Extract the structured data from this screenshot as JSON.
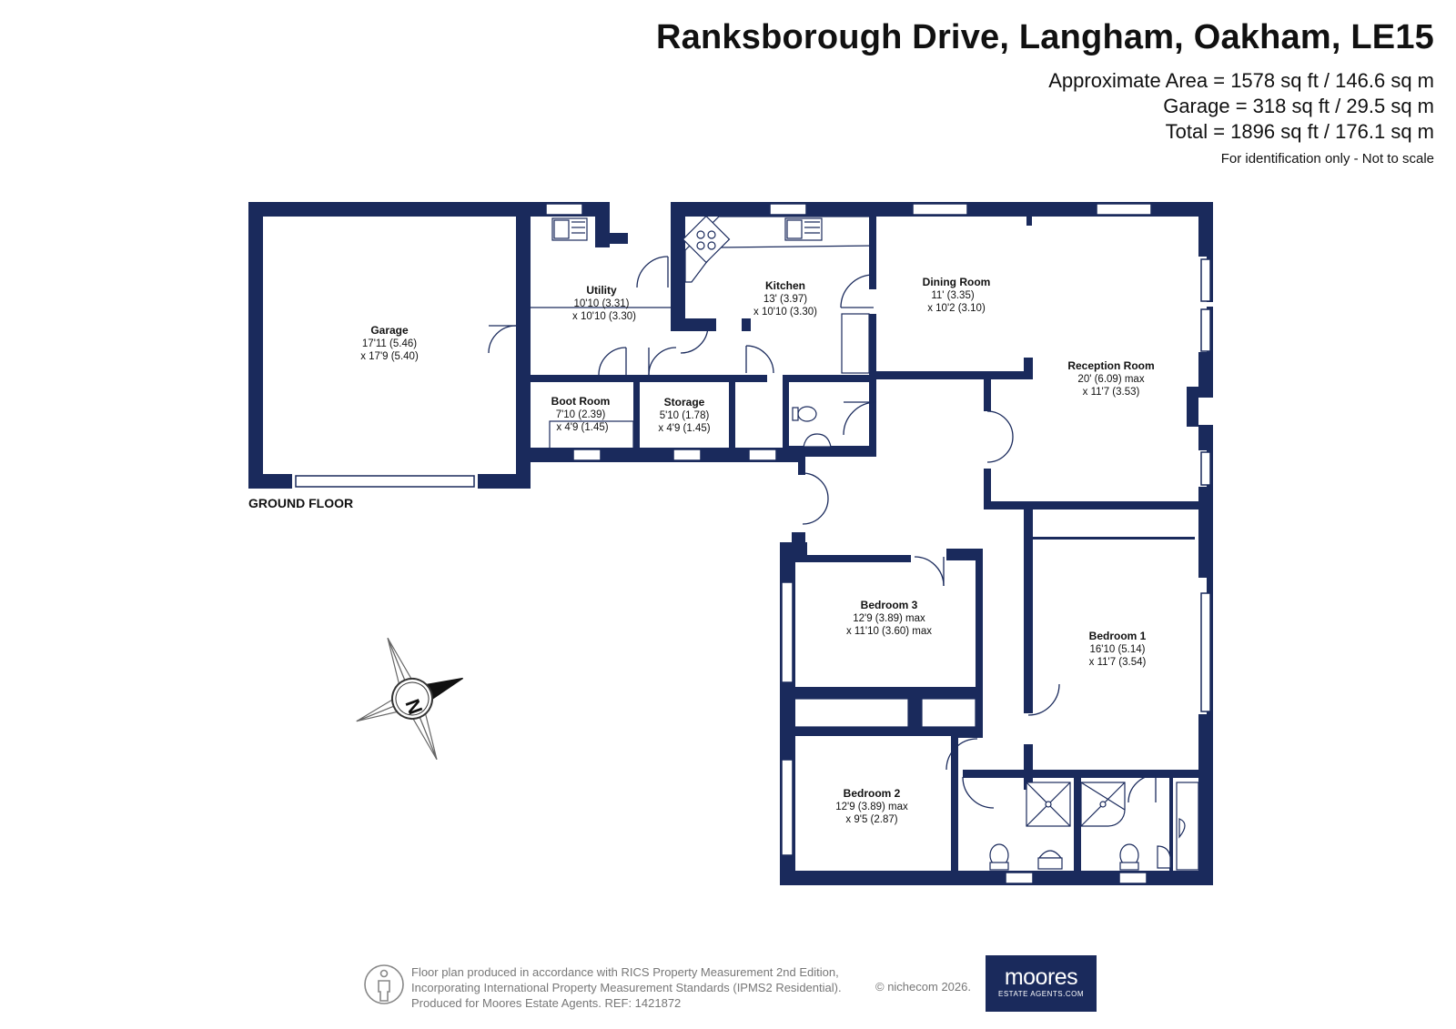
{
  "header": {
    "title": "Ranksborough Drive, Langham, Oakham, LE15",
    "area_approx": "Approximate Area = 1578 sq ft / 146.6 sq m",
    "area_garage": "Garage = 318 sq ft / 29.5 sq m",
    "area_total": "Total = 1896 sq ft / 176.1 sq m",
    "note": "For identification only - Not to scale"
  },
  "floor_label": "GROUND FLOOR",
  "rooms": {
    "garage": {
      "name": "Garage",
      "dim1": "17'11 (5.46)",
      "dim2": "x 17'9 (5.40)"
    },
    "utility": {
      "name": "Utility",
      "dim1": "10'10 (3.31)",
      "dim2": "x 10'10 (3.30)"
    },
    "kitchen": {
      "name": "Kitchen",
      "dim1": "13' (3.97)",
      "dim2": "x 10'10 (3.30)"
    },
    "dining": {
      "name": "Dining Room",
      "dim1": "11' (3.35)",
      "dim2": "x 10'2 (3.10)"
    },
    "reception": {
      "name": "Reception Room",
      "dim1": "20' (6.09) max",
      "dim2": "x 11'7 (3.53)"
    },
    "boot": {
      "name": "Boot Room",
      "dim1": "7'10 (2.39)",
      "dim2": "x 4'9 (1.45)"
    },
    "storage": {
      "name": "Storage",
      "dim1": "5'10 (1.78)",
      "dim2": "x 4'9 (1.45)"
    },
    "bedroom3": {
      "name": "Bedroom 3",
      "dim1": "12'9 (3.89) max",
      "dim2": "x 11'10 (3.60) max"
    },
    "bedroom1": {
      "name": "Bedroom 1",
      "dim1": "16'10 (5.14)",
      "dim2": "x 11'7 (3.54)"
    },
    "bedroom2": {
      "name": "Bedroom 2",
      "dim1": "12'9 (3.89) max",
      "dim2": "x 9'5 (2.87)"
    }
  },
  "compass": {
    "label": "N",
    "icon": "compass-rose-icon"
  },
  "footer": {
    "line1": "Floor plan produced in accordance with RICS Property Measurement 2nd Edition,",
    "line2": "Incorporating International Property Measurement Standards (IPMS2 Residential).",
    "line3": "Produced for Moores Estate Agents.   REF: 1421872",
    "copyright": "© nichecom 2026.",
    "person_icon": "person-icon"
  },
  "logo": {
    "name": "moores",
    "tagline": "ESTATE AGENTS.COM"
  },
  "colors": {
    "wall": "#1a2a5c",
    "logo_bg": "#1a2a5c",
    "text": "#111111"
  }
}
